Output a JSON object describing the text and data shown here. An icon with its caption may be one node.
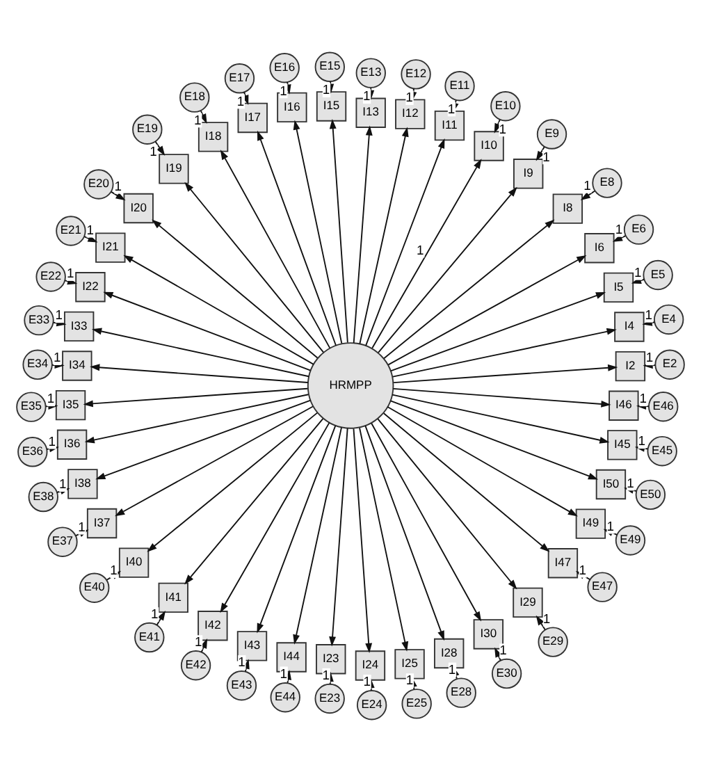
{
  "diagram": {
    "nodes": [
      {
        "text": [
          "HRMPP"
        ]
      },
      {
        "text": [
          "I2"
        ]
      },
      {
        "text": [
          "E2"
        ]
      },
      {
        "text": [
          "I4"
        ]
      },
      {
        "text": [
          "E4"
        ]
      },
      {
        "text": [
          "I5"
        ]
      },
      {
        "text": [
          "E5"
        ]
      },
      {
        "text": [
          "I6"
        ]
      },
      {
        "text": [
          "E6"
        ]
      },
      {
        "text": [
          "I8"
        ]
      },
      {
        "text": [
          "E8"
        ]
      },
      {
        "text": [
          "I9"
        ]
      },
      {
        "text": [
          "E9"
        ]
      },
      {
        "text": [
          "I10"
        ]
      },
      {
        "text": [
          "E10"
        ]
      },
      {
        "text": [
          "I11"
        ]
      },
      {
        "text": [
          "E11"
        ]
      },
      {
        "text": [
          "I12"
        ]
      },
      {
        "text": [
          "E12"
        ]
      },
      {
        "text": [
          "I13"
        ]
      },
      {
        "text": [
          "E13"
        ]
      },
      {
        "text": [
          "I15"
        ]
      },
      {
        "text": [
          "E15"
        ]
      },
      {
        "text": [
          "I16"
        ]
      },
      {
        "text": [
          "E16"
        ]
      },
      {
        "text": [
          "I17"
        ]
      },
      {
        "text": [
          "E17"
        ]
      },
      {
        "text": [
          "I18"
        ]
      },
      {
        "text": [
          "E18"
        ]
      },
      {
        "text": [
          "I19"
        ]
      },
      {
        "text": [
          "E19"
        ]
      },
      {
        "text": [
          "I20"
        ]
      },
      {
        "text": [
          "E20"
        ]
      },
      {
        "text": [
          "I21"
        ]
      },
      {
        "text": [
          "E21"
        ]
      },
      {
        "text": [
          "I22"
        ]
      },
      {
        "text": [
          "E22"
        ]
      },
      {
        "text": [
          "I33"
        ]
      },
      {
        "text": [
          "E33"
        ]
      },
      {
        "text": [
          "I34"
        ]
      },
      {
        "text": [
          "E34"
        ]
      },
      {
        "text": [
          "I35"
        ]
      },
      {
        "text": [
          "E35"
        ]
      },
      {
        "text": [
          "I36"
        ]
      },
      {
        "text": [
          "E36"
        ]
      },
      {
        "text": [
          "I38"
        ]
      },
      {
        "text": [
          "E38"
        ]
      },
      {
        "text": [
          "I37"
        ]
      },
      {
        "text": [
          "E37"
        ]
      },
      {
        "text": [
          "I40"
        ]
      },
      {
        "text": [
          "E40"
        ]
      },
      {
        "text": [
          "I41"
        ]
      },
      {
        "text": [
          "E41"
        ]
      },
      {
        "text": [
          "I42"
        ]
      },
      {
        "text": [
          "E42"
        ]
      },
      {
        "text": [
          "I43"
        ]
      },
      {
        "text": [
          "E43"
        ]
      },
      {
        "text": [
          "I44"
        ]
      },
      {
        "text": [
          "E44"
        ]
      },
      {
        "text": [
          "I23"
        ]
      },
      {
        "text": [
          "E23"
        ]
      },
      {
        "text": [
          "I24"
        ]
      },
      {
        "text": [
          "E24"
        ]
      },
      {
        "text": [
          "I25"
        ]
      },
      {
        "text": [
          "E25"
        ]
      },
      {
        "text": [
          "I28"
        ]
      },
      {
        "text": [
          "E28"
        ]
      },
      {
        "text": [
          "I30"
        ]
      },
      {
        "text": [
          "E30"
        ]
      },
      {
        "text": [
          "I29"
        ]
      },
      {
        "text": [
          "E29"
        ]
      },
      {
        "text": [
          "I47"
        ]
      },
      {
        "text": [
          "E47"
        ]
      },
      {
        "text": [
          "I49"
        ]
      },
      {
        "text": [
          "E49"
        ]
      },
      {
        "text": [
          "I50"
        ]
      },
      {
        "text": [
          "E50"
        ]
      },
      {
        "text": [
          "I45"
        ]
      },
      {
        "text": [
          "E45"
        ]
      },
      {
        "text": [
          "I46"
        ]
      },
      {
        "text": [
          "E46"
        ]
      }
    ],
    "edges": [
      {
        "from": 0,
        "to": 1,
        "arrow": "to"
      },
      {
        "from": 2,
        "to": 1,
        "arrow": "to",
        "label": "1"
      },
      {
        "from": 0,
        "to": 3,
        "arrow": "to"
      },
      {
        "from": 4,
        "to": 3,
        "arrow": "to",
        "label": "1"
      },
      {
        "from": 0,
        "to": 5,
        "arrow": "to"
      },
      {
        "from": 6,
        "to": 5,
        "arrow": "to",
        "label": "1"
      },
      {
        "from": 0,
        "to": 7,
        "arrow": "to"
      },
      {
        "from": 8,
        "to": 7,
        "arrow": "to",
        "label": "1"
      },
      {
        "from": 0,
        "to": 9,
        "arrow": "to"
      },
      {
        "from": 10,
        "to": 9,
        "arrow": "to",
        "label": "1"
      },
      {
        "from": 0,
        "to": 11,
        "arrow": "to"
      },
      {
        "from": 12,
        "to": 11,
        "arrow": "to",
        "label": "1"
      },
      {
        "from": 0,
        "to": 13,
        "arrow": "to",
        "label": "1"
      },
      {
        "from": 14,
        "to": 13,
        "arrow": "to",
        "label": "1"
      },
      {
        "from": 0,
        "to": 15,
        "arrow": "to"
      },
      {
        "from": 16,
        "to": 15,
        "arrow": "to",
        "label": "1"
      },
      {
        "from": 0,
        "to": 17,
        "arrow": "to"
      },
      {
        "from": 18,
        "to": 17,
        "arrow": "to",
        "label": "1"
      },
      {
        "from": 0,
        "to": 19,
        "arrow": "to"
      },
      {
        "from": 20,
        "to": 19,
        "arrow": "to",
        "label": "1"
      },
      {
        "from": 0,
        "to": 21,
        "arrow": "to"
      },
      {
        "from": 22,
        "to": 21,
        "arrow": "to",
        "label": "1"
      },
      {
        "from": 0,
        "to": 23,
        "arrow": "to"
      },
      {
        "from": 24,
        "to": 23,
        "arrow": "to",
        "label": "1"
      },
      {
        "from": 0,
        "to": 25,
        "arrow": "to"
      },
      {
        "from": 26,
        "to": 25,
        "arrow": "to",
        "label": "1"
      },
      {
        "from": 0,
        "to": 27,
        "arrow": "to"
      },
      {
        "from": 28,
        "to": 27,
        "arrow": "to",
        "label": "1"
      },
      {
        "from": 0,
        "to": 29,
        "arrow": "to"
      },
      {
        "from": 30,
        "to": 29,
        "arrow": "to",
        "label": "1"
      },
      {
        "from": 0,
        "to": 31,
        "arrow": "to"
      },
      {
        "from": 32,
        "to": 31,
        "arrow": "to",
        "label": "1"
      },
      {
        "from": 0,
        "to": 33,
        "arrow": "to"
      },
      {
        "from": 34,
        "to": 33,
        "arrow": "to",
        "label": "1"
      },
      {
        "from": 0,
        "to": 35,
        "arrow": "to"
      },
      {
        "from": 36,
        "to": 35,
        "arrow": "to",
        "label": "1"
      },
      {
        "from": 0,
        "to": 37,
        "arrow": "to"
      },
      {
        "from": 38,
        "to": 37,
        "arrow": "to",
        "label": "1"
      },
      {
        "from": 0,
        "to": 39,
        "arrow": "to"
      },
      {
        "from": 40,
        "to": 39,
        "arrow": "to",
        "label": "1"
      },
      {
        "from": 0,
        "to": 41,
        "arrow": "to"
      },
      {
        "from": 42,
        "to": 41,
        "arrow": "to",
        "label": "1"
      },
      {
        "from": 0,
        "to": 43,
        "arrow": "to"
      },
      {
        "from": 44,
        "to": 43,
        "arrow": "to",
        "label": "1"
      },
      {
        "from": 0,
        "to": 45,
        "arrow": "to"
      },
      {
        "from": 46,
        "to": 45,
        "arrow": "to",
        "label": "1"
      },
      {
        "from": 0,
        "to": 47,
        "arrow": "to"
      },
      {
        "from": 48,
        "to": 47,
        "arrow": "to",
        "label": "1"
      },
      {
        "from": 0,
        "to": 49,
        "arrow": "to"
      },
      {
        "from": 50,
        "to": 49,
        "arrow": "to",
        "label": "1"
      },
      {
        "from": 0,
        "to": 51,
        "arrow": "to"
      },
      {
        "from": 52,
        "to": 51,
        "arrow": "to",
        "label": "1"
      },
      {
        "from": 0,
        "to": 53,
        "arrow": "to"
      },
      {
        "from": 54,
        "to": 53,
        "arrow": "to",
        "label": "1"
      },
      {
        "from": 0,
        "to": 55,
        "arrow": "to"
      },
      {
        "from": 56,
        "to": 55,
        "arrow": "to",
        "label": "1"
      },
      {
        "from": 0,
        "to": 57,
        "arrow": "to"
      },
      {
        "from": 58,
        "to": 57,
        "arrow": "to",
        "label": "1"
      },
      {
        "from": 0,
        "to": 59,
        "arrow": "to"
      },
      {
        "from": 60,
        "to": 59,
        "arrow": "to",
        "label": "1"
      },
      {
        "from": 0,
        "to": 61,
        "arrow": "to"
      },
      {
        "from": 62,
        "to": 61,
        "arrow": "to",
        "label": "1"
      },
      {
        "from": 0,
        "to": 63,
        "arrow": "to"
      },
      {
        "from": 64,
        "to": 63,
        "arrow": "to",
        "label": "1"
      },
      {
        "from": 0,
        "to": 65,
        "arrow": "to"
      },
      {
        "from": 66,
        "to": 65,
        "arrow": "to",
        "label": "1"
      },
      {
        "from": 0,
        "to": 67,
        "arrow": "to"
      },
      {
        "from": 68,
        "to": 67,
        "arrow": "to",
        "label": "1"
      },
      {
        "from": 0,
        "to": 69,
        "arrow": "to"
      },
      {
        "from": 70,
        "to": 69,
        "arrow": "to",
        "label": "1"
      },
      {
        "from": 0,
        "to": 71,
        "arrow": "to"
      },
      {
        "from": 72,
        "to": 71,
        "arrow": "to",
        "label": "1"
      },
      {
        "from": 0,
        "to": 73,
        "arrow": "to"
      },
      {
        "from": 74,
        "to": 73,
        "arrow": "to",
        "label": "1"
      },
      {
        "from": 0,
        "to": 75,
        "arrow": "to"
      },
      {
        "from": 76,
        "to": 75,
        "arrow": "to",
        "label": "1"
      },
      {
        "from": 0,
        "to": 77,
        "arrow": "to"
      },
      {
        "from": 78,
        "to": 77,
        "arrow": "to",
        "label": "1"
      },
      {
        "from": 0,
        "to": 79,
        "arrow": "to"
      },
      {
        "from": 80,
        "to": 79,
        "arrow": "to",
        "label": "1"
      }
    ]
  }
}
